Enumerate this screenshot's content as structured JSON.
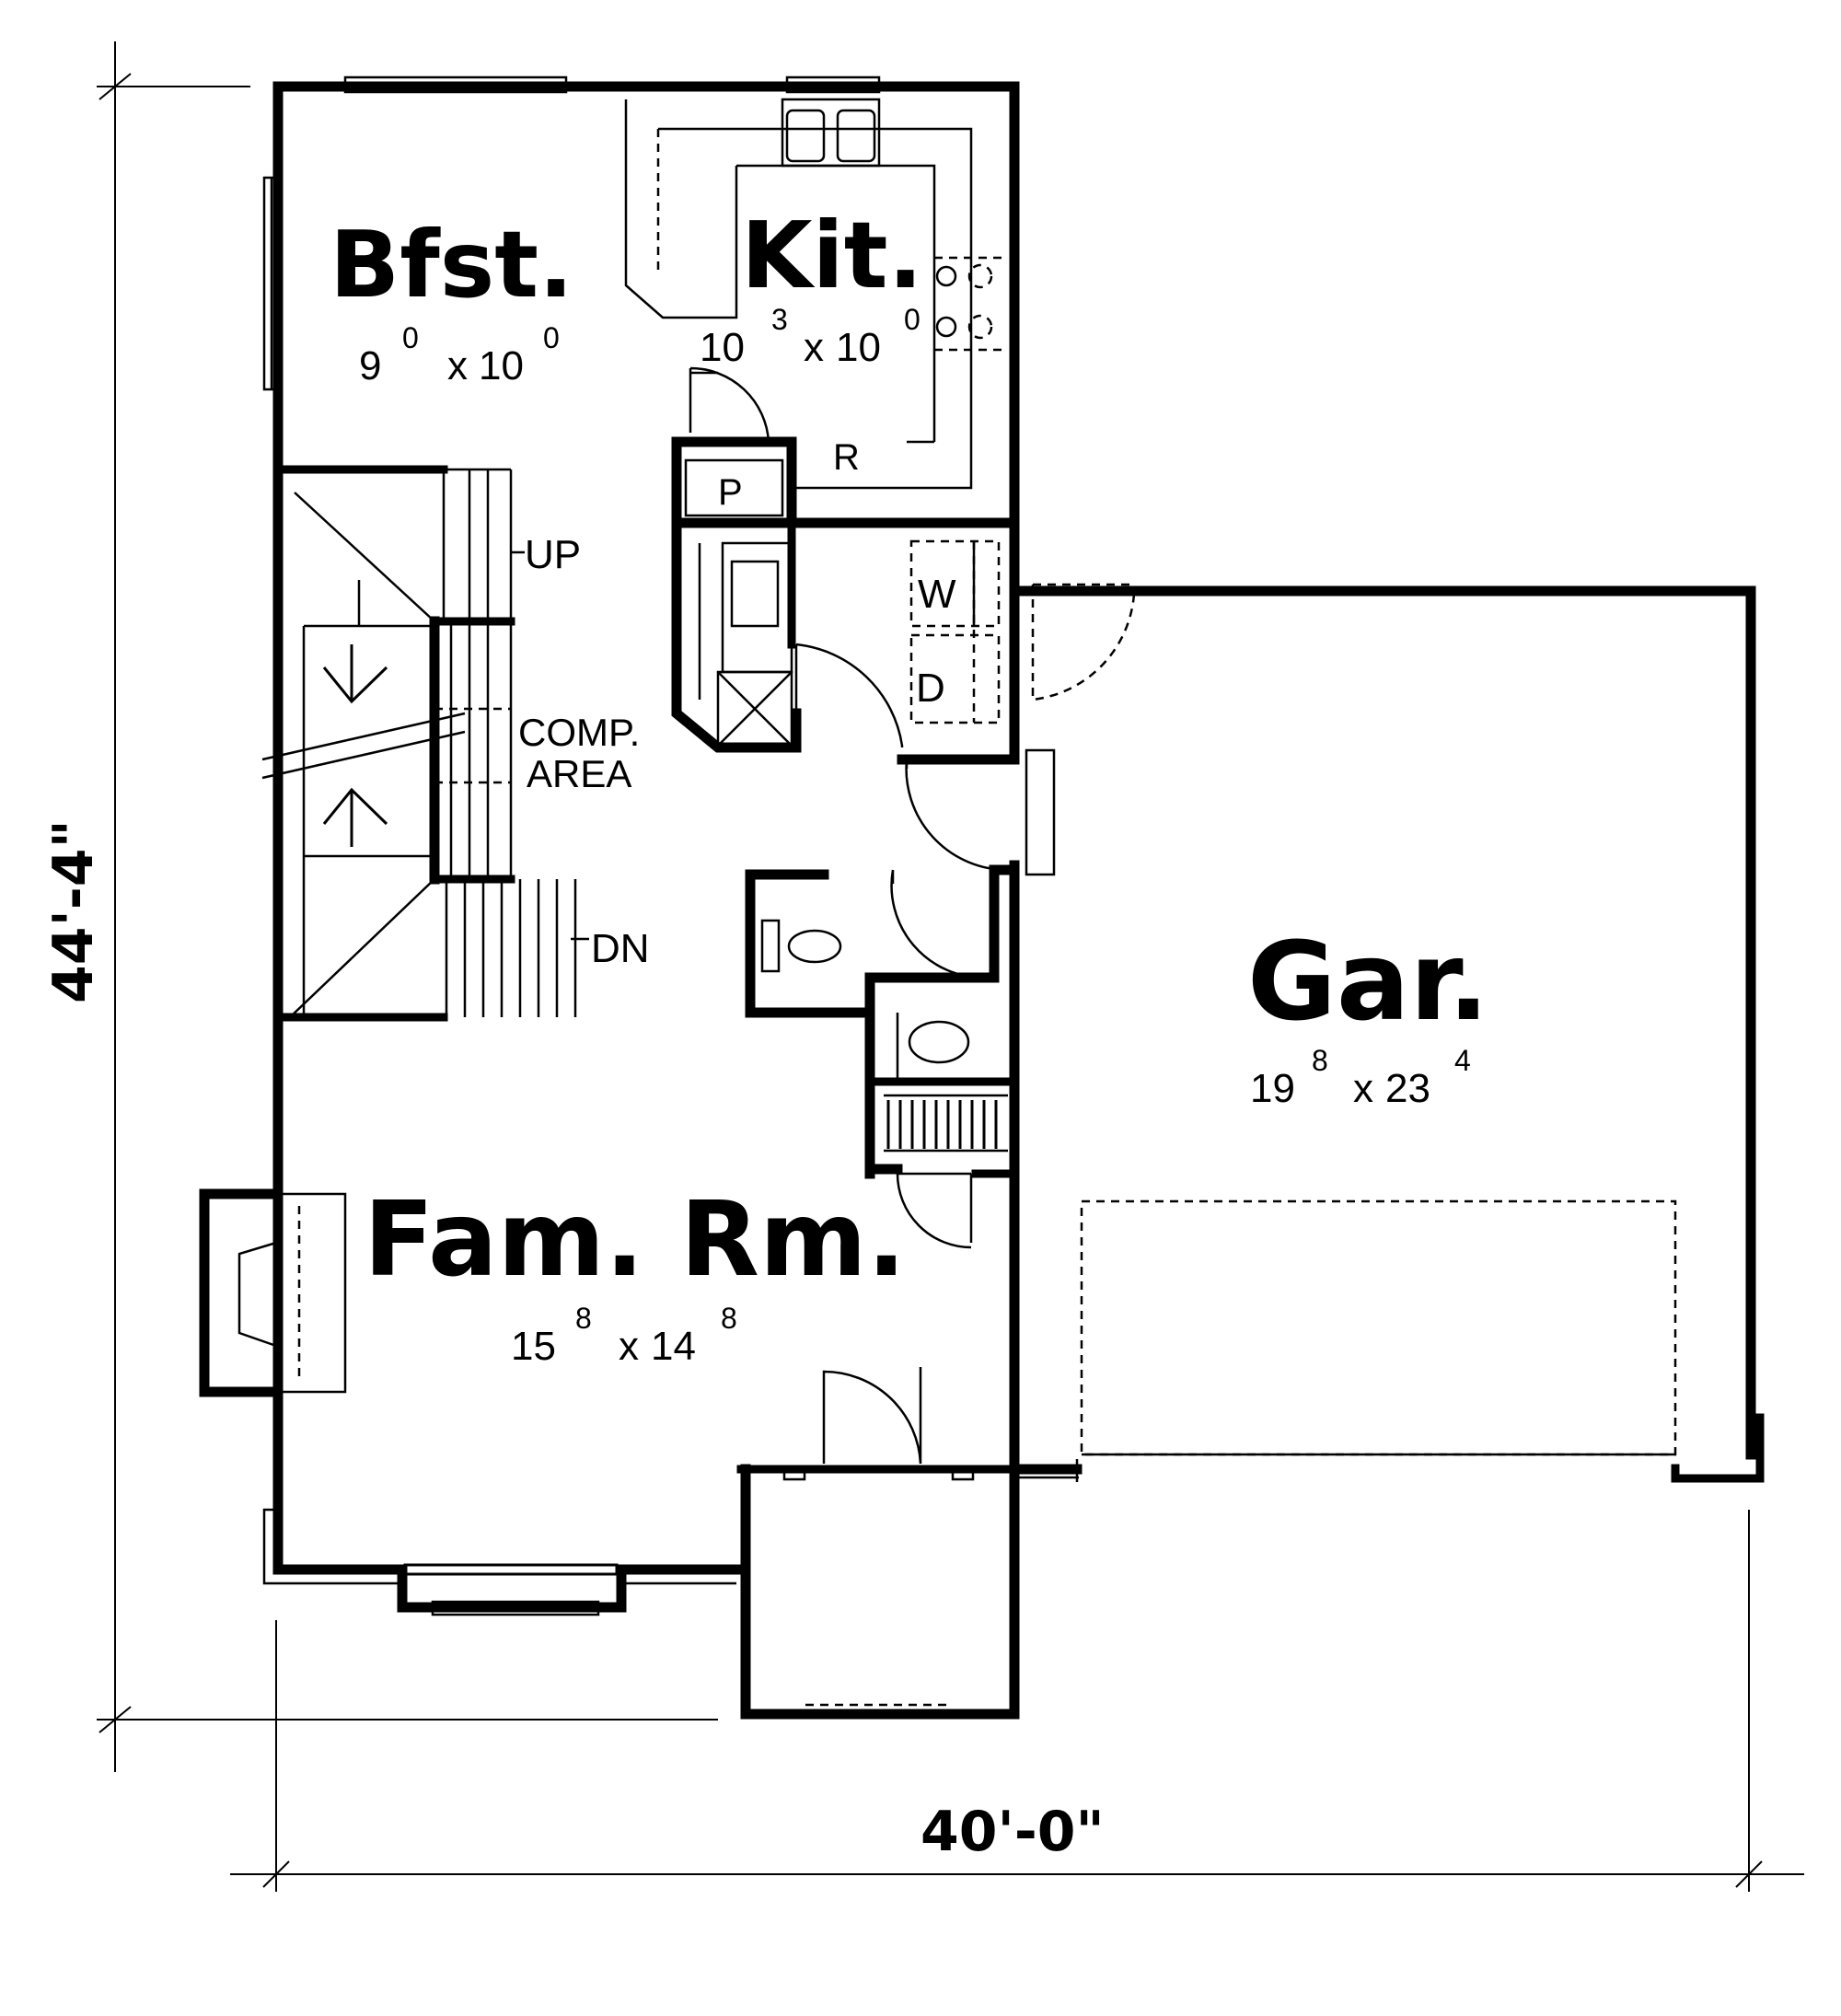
{
  "rooms": {
    "breakfast": {
      "name": "Bfst.",
      "w_main": "9",
      "w_sup": "0",
      "x": "x",
      "d_main": "10",
      "d_sup": "0"
    },
    "kitchen": {
      "name": "Kit.",
      "w_main": "10",
      "w_sup": "3",
      "x": "x",
      "d_main": "10",
      "d_sup": "0"
    },
    "garage": {
      "name": "Gar.",
      "w_main": "19",
      "w_sup": "8",
      "x": "x",
      "d_main": "23",
      "d_sup": "4"
    },
    "family_room": {
      "name": "Fam. Rm.",
      "w_main": "15",
      "w_sup": "8",
      "x": "x",
      "d_main": "14",
      "d_sup": "8"
    }
  },
  "labels": {
    "up": "UP",
    "down": "DN",
    "comp_line1": "COMP.",
    "comp_line2": "AREA",
    "pantry": "P",
    "refrigerator": "R",
    "washer": "W",
    "dryer": "D"
  },
  "dimensions": {
    "depth": "44'-4\"",
    "width": "40'-0\""
  }
}
